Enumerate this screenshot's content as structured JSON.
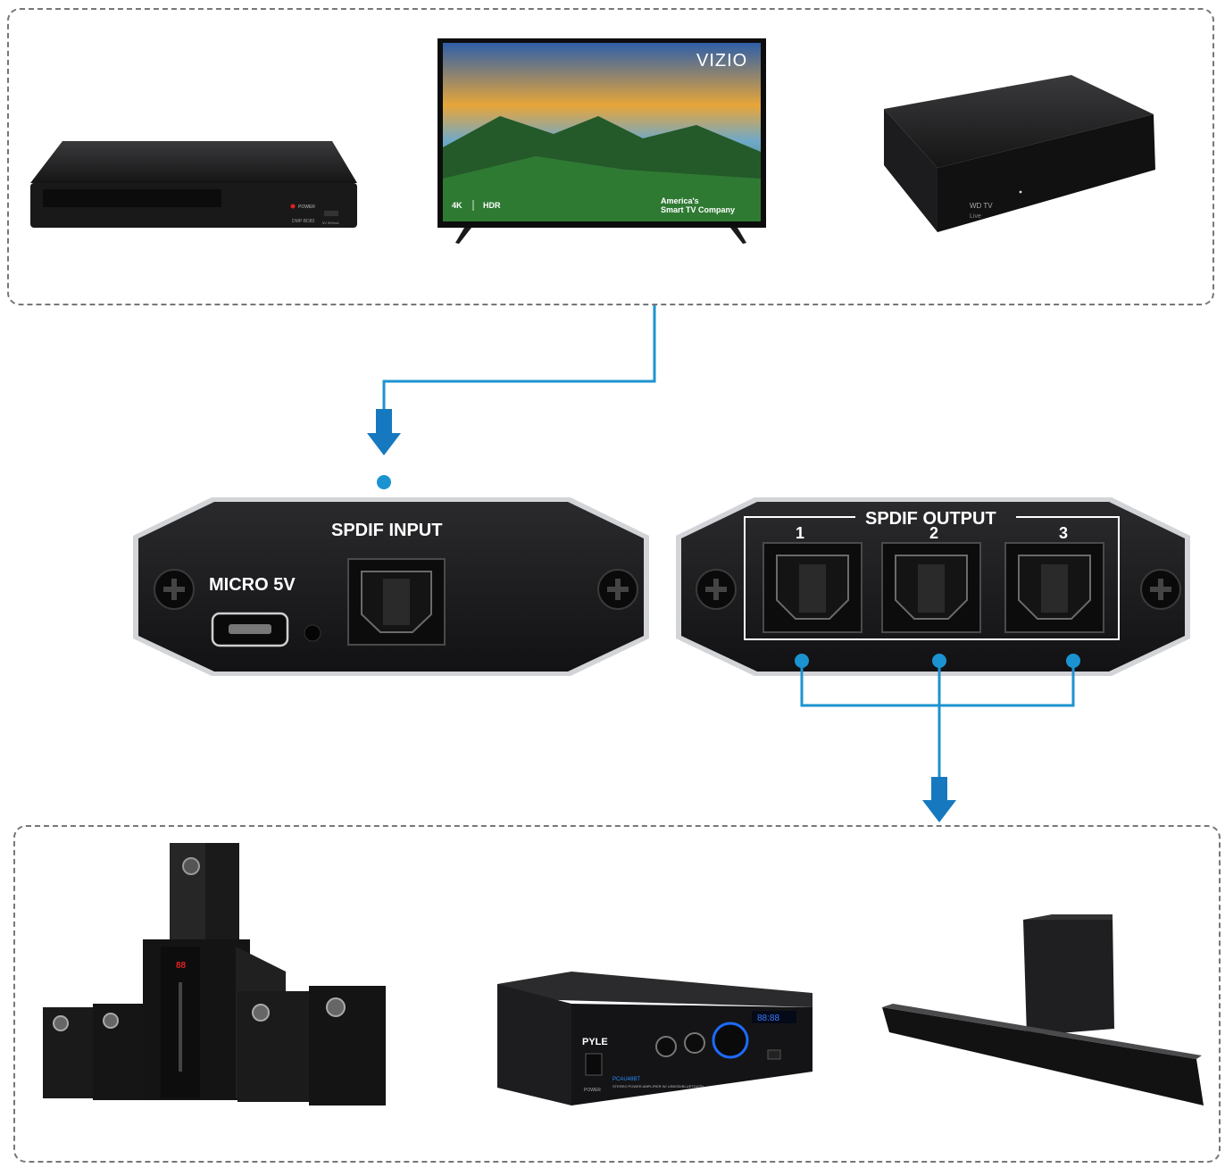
{
  "source_devices": {
    "blu_ray": {
      "power_label": "POWER",
      "model_label": "DMP-BD83",
      "usb_label": "5V 500mA"
    },
    "tv": {
      "brand": "VIZIO",
      "badge_4k": "4K",
      "badge_hdr": "HDR",
      "tagline_line1": "America's",
      "tagline_line2": "Smart TV Company"
    },
    "media_player": {
      "logo": "WD",
      "name": "WD TV",
      "sub": "Live"
    }
  },
  "splitter": {
    "input_module": {
      "micro_label": "MICRO 5V",
      "input_label": "SPDIF INPUT"
    },
    "output_module": {
      "output_label": "SPDIF OUTPUT",
      "ports": [
        "1",
        "2",
        "3"
      ]
    }
  },
  "sink_devices": {
    "amplifier": {
      "brand": "PYLE",
      "model": "PCAU48BT",
      "subtitle": "STEREO POWER AMPLIFIER W/ USB/SD/BLUETOOTH",
      "display": "88:88",
      "power_label": "POWER"
    }
  },
  "colors": {
    "connector": "#1c93d1",
    "panel": "#1b1b1d",
    "frame": "#c9cbcf"
  }
}
